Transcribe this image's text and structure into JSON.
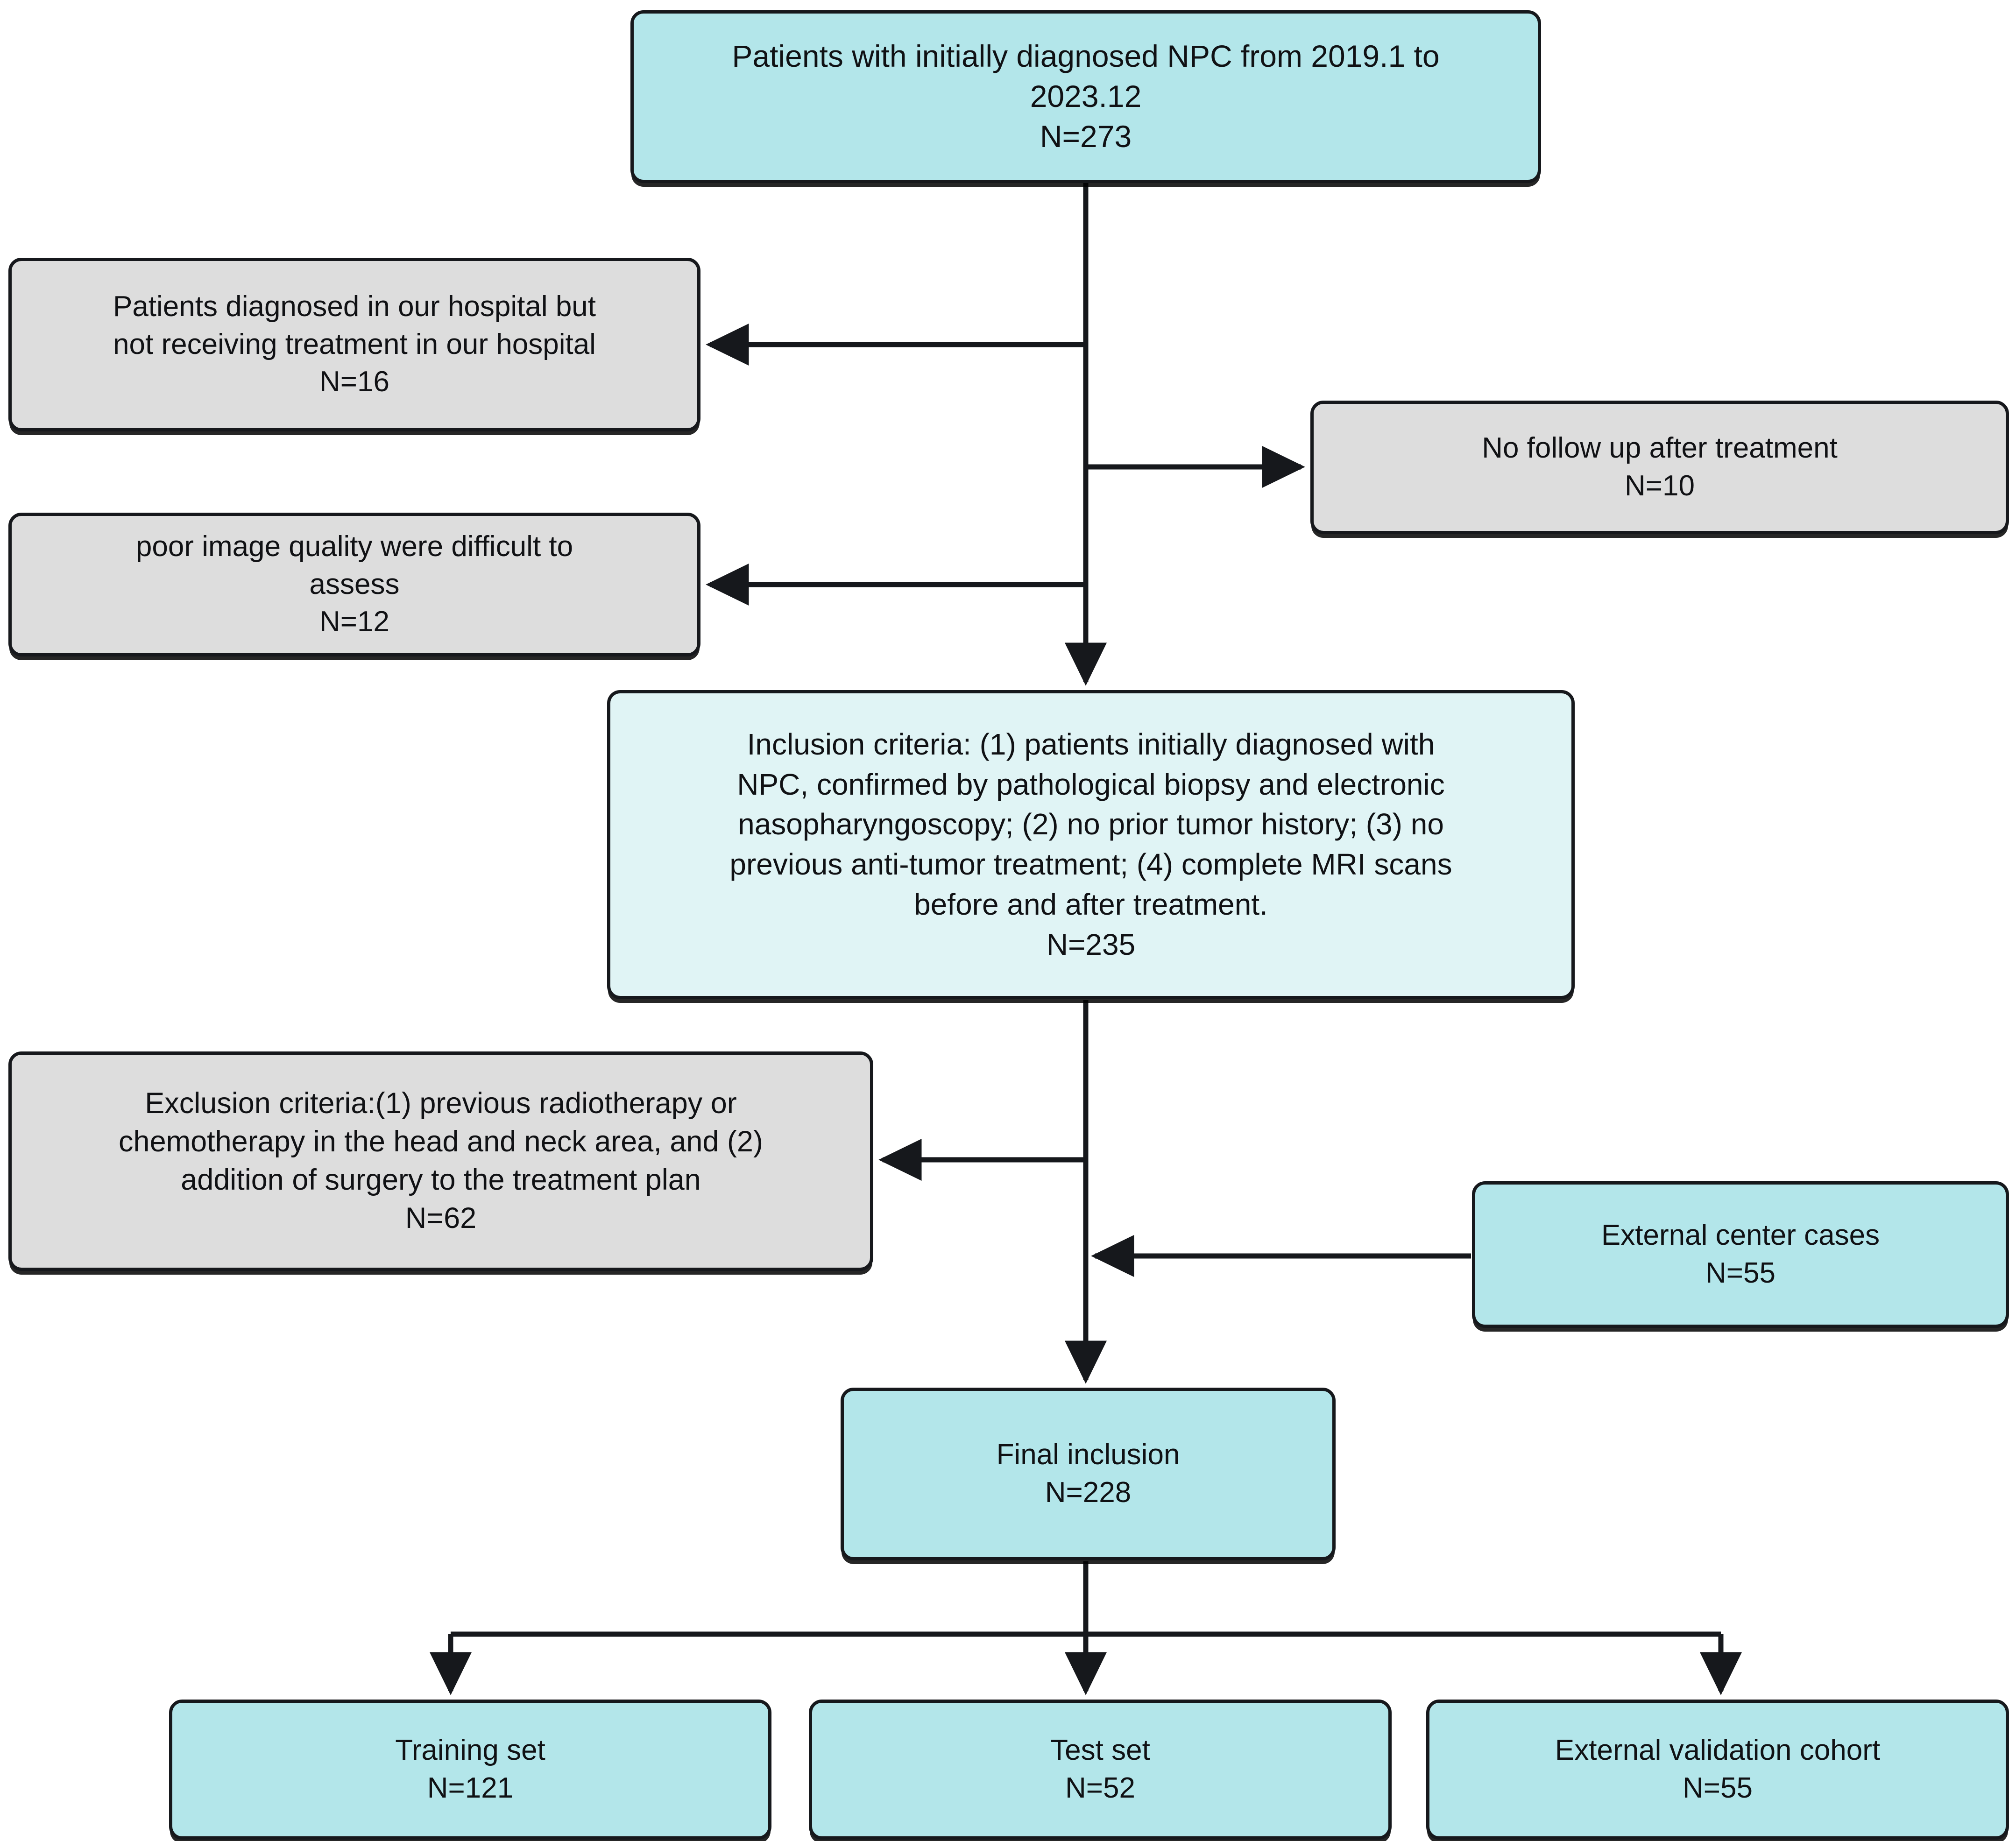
{
  "diagram": {
    "title": "Patient selection flowchart",
    "colors": {
      "teal": "#b3e6ea",
      "teal_light": "#e0f4f5",
      "grey": "#dddddd",
      "stroke": "#16181c",
      "text": "#101114"
    }
  },
  "nodes": {
    "source": {
      "label": "Patients with initially diagnosed NPC from 2019.1 to\n2023.12\nN=273",
      "count": "N=273",
      "style": "teal"
    },
    "not_treated_here": {
      "label": "Patients diagnosed in our hospital but\nnot receiving treatment in our hospital\nN=16",
      "count": "N=16",
      "style": "grey"
    },
    "no_follow_up": {
      "label": "No follow up after treatment\nN=10",
      "count": "N=10",
      "style": "grey"
    },
    "poor_image_quality": {
      "label": "poor image quality were difficult to\nassess\nN=12",
      "count": "N=12",
      "style": "grey"
    },
    "inclusion_criteria": {
      "label": "Inclusion criteria: (1) patients initially diagnosed with\nNPC, confirmed by pathological biopsy and electronic\nnasopharyngoscopy; (2) no prior tumor history; (3) no\nprevious anti-tumor treatment; (4) complete MRI scans\nbefore and after treatment.\nN=235",
      "count": "N=235",
      "style": "teal-light"
    },
    "exclusion_criteria": {
      "label": "Exclusion criteria:(1) previous radiotherapy or\nchemotherapy in the head and neck area, and (2)\naddition of surgery to the treatment plan\nN=62",
      "count": "N=62",
      "style": "grey"
    },
    "external_center_cases": {
      "label": "External center cases\nN=55",
      "count": "N=55",
      "style": "teal"
    },
    "final_inclusion": {
      "label": "Final inclusion\nN=228",
      "count": "N=228",
      "style": "teal"
    },
    "training_set": {
      "label": "Training set\nN=121",
      "count": "N=121",
      "style": "teal"
    },
    "test_set": {
      "label": "Test set\nN=52",
      "count": "N=52",
      "style": "teal"
    },
    "external_validation_cohort": {
      "label": "External validation cohort\nN=55",
      "count": "N=55",
      "style": "teal"
    }
  },
  "edges": [
    {
      "from": "source",
      "to": "not_treated_here",
      "direction": "left"
    },
    {
      "from": "source",
      "to": "no_follow_up",
      "direction": "right"
    },
    {
      "from": "source",
      "to": "poor_image_quality",
      "direction": "left"
    },
    {
      "from": "source",
      "to": "inclusion_criteria",
      "direction": "down"
    },
    {
      "from": "inclusion_criteria",
      "to": "exclusion_criteria",
      "direction": "left"
    },
    {
      "from": "external_center_cases",
      "to": "final_inclusion",
      "direction": "left"
    },
    {
      "from": "inclusion_criteria",
      "to": "final_inclusion",
      "direction": "down"
    },
    {
      "from": "final_inclusion",
      "to": "training_set",
      "direction": "down"
    },
    {
      "from": "final_inclusion",
      "to": "test_set",
      "direction": "down"
    },
    {
      "from": "final_inclusion",
      "to": "external_validation_cohort",
      "direction": "down"
    }
  ]
}
